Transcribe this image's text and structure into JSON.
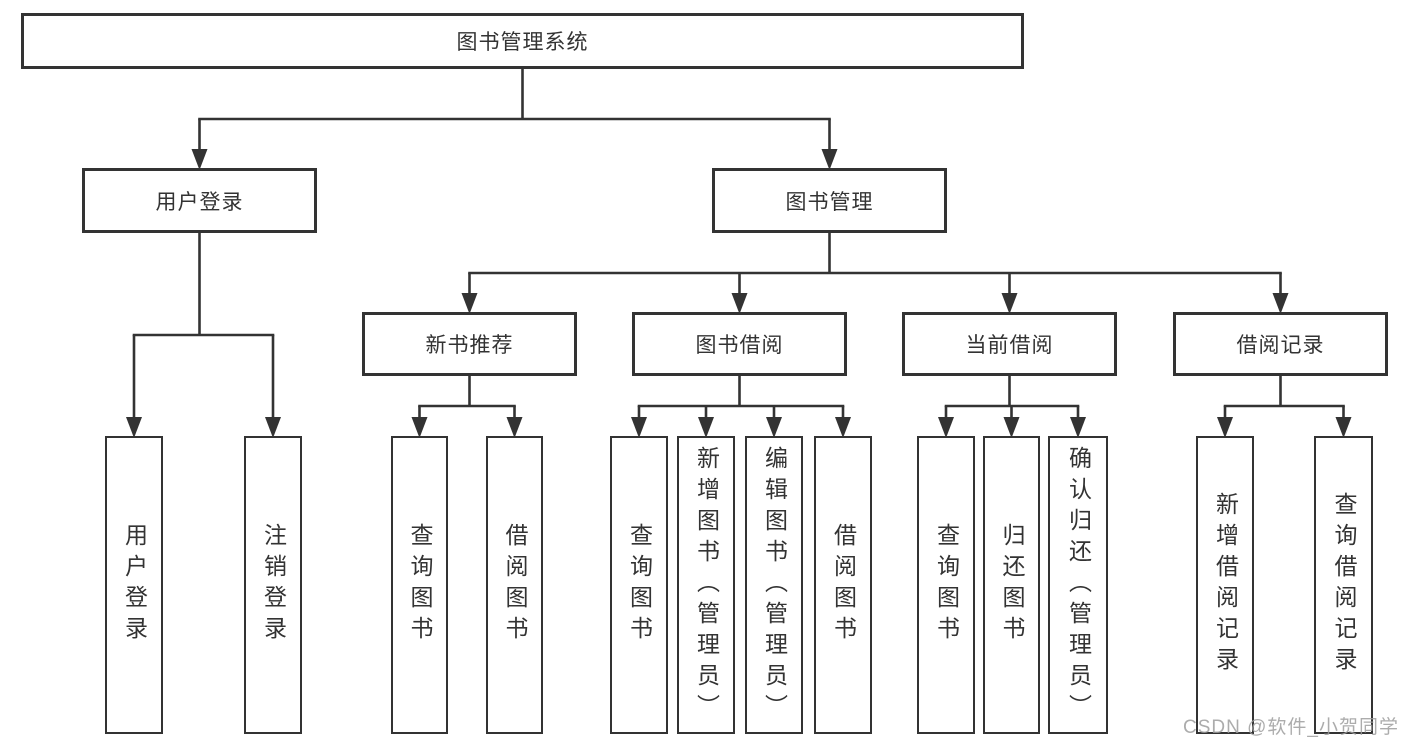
{
  "diagram": {
    "title": "图书管理系统",
    "watermark": "CSDN @软件_小贺同学",
    "colors": {
      "line": "#333333",
      "box_border": "#333333",
      "box_background": "#ffffff",
      "text": "#333333",
      "watermark": "#9e9e9e"
    },
    "nodes": [
      {
        "id": "root",
        "label": "图书管理系统"
      },
      {
        "id": "user-login",
        "label": "用户登录"
      },
      {
        "id": "book-mgmt",
        "label": "图书管理"
      },
      {
        "id": "new-book-recommend",
        "label": "新书推荐"
      },
      {
        "id": "book-borrow",
        "label": "图书借阅"
      },
      {
        "id": "current-borrow",
        "label": "当前借阅"
      },
      {
        "id": "borrow-records",
        "label": "借阅记录"
      },
      {
        "id": "leaf-user-login",
        "label": "用户登录"
      },
      {
        "id": "leaf-logout",
        "label": "注销登录"
      },
      {
        "id": "leaf-nb-query",
        "label": "查询图书"
      },
      {
        "id": "leaf-nb-borrow",
        "label": "借阅图书"
      },
      {
        "id": "leaf-bb-query",
        "label": "查询图书"
      },
      {
        "id": "leaf-bb-add",
        "label": "新增图书（管理员）"
      },
      {
        "id": "leaf-bb-edit",
        "label": "编辑图书（管理员）"
      },
      {
        "id": "leaf-bb-borrow",
        "label": "借阅图书"
      },
      {
        "id": "leaf-cb-query",
        "label": "查询图书"
      },
      {
        "id": "leaf-cb-return",
        "label": "归还图书"
      },
      {
        "id": "leaf-cb-confirm",
        "label": "确认归还（管理员）"
      },
      {
        "id": "leaf-br-add",
        "label": "新增借阅记录"
      },
      {
        "id": "leaf-br-query",
        "label": "查询借阅记录"
      }
    ],
    "edges": [
      {
        "from": "root",
        "to": [
          "user-login",
          "book-mgmt"
        ]
      },
      {
        "from": "user-login",
        "to": [
          "leaf-user-login",
          "leaf-logout"
        ]
      },
      {
        "from": "book-mgmt",
        "to": [
          "new-book-recommend",
          "book-borrow",
          "current-borrow",
          "borrow-records"
        ]
      },
      {
        "from": "new-book-recommend",
        "to": [
          "leaf-nb-query",
          "leaf-nb-borrow"
        ]
      },
      {
        "from": "book-borrow",
        "to": [
          "leaf-bb-query",
          "leaf-bb-add",
          "leaf-bb-edit",
          "leaf-bb-borrow"
        ]
      },
      {
        "from": "current-borrow",
        "to": [
          "leaf-cb-query",
          "leaf-cb-return",
          "leaf-cb-confirm"
        ]
      },
      {
        "from": "borrow-records",
        "to": [
          "leaf-br-add",
          "leaf-br-query"
        ]
      }
    ]
  }
}
